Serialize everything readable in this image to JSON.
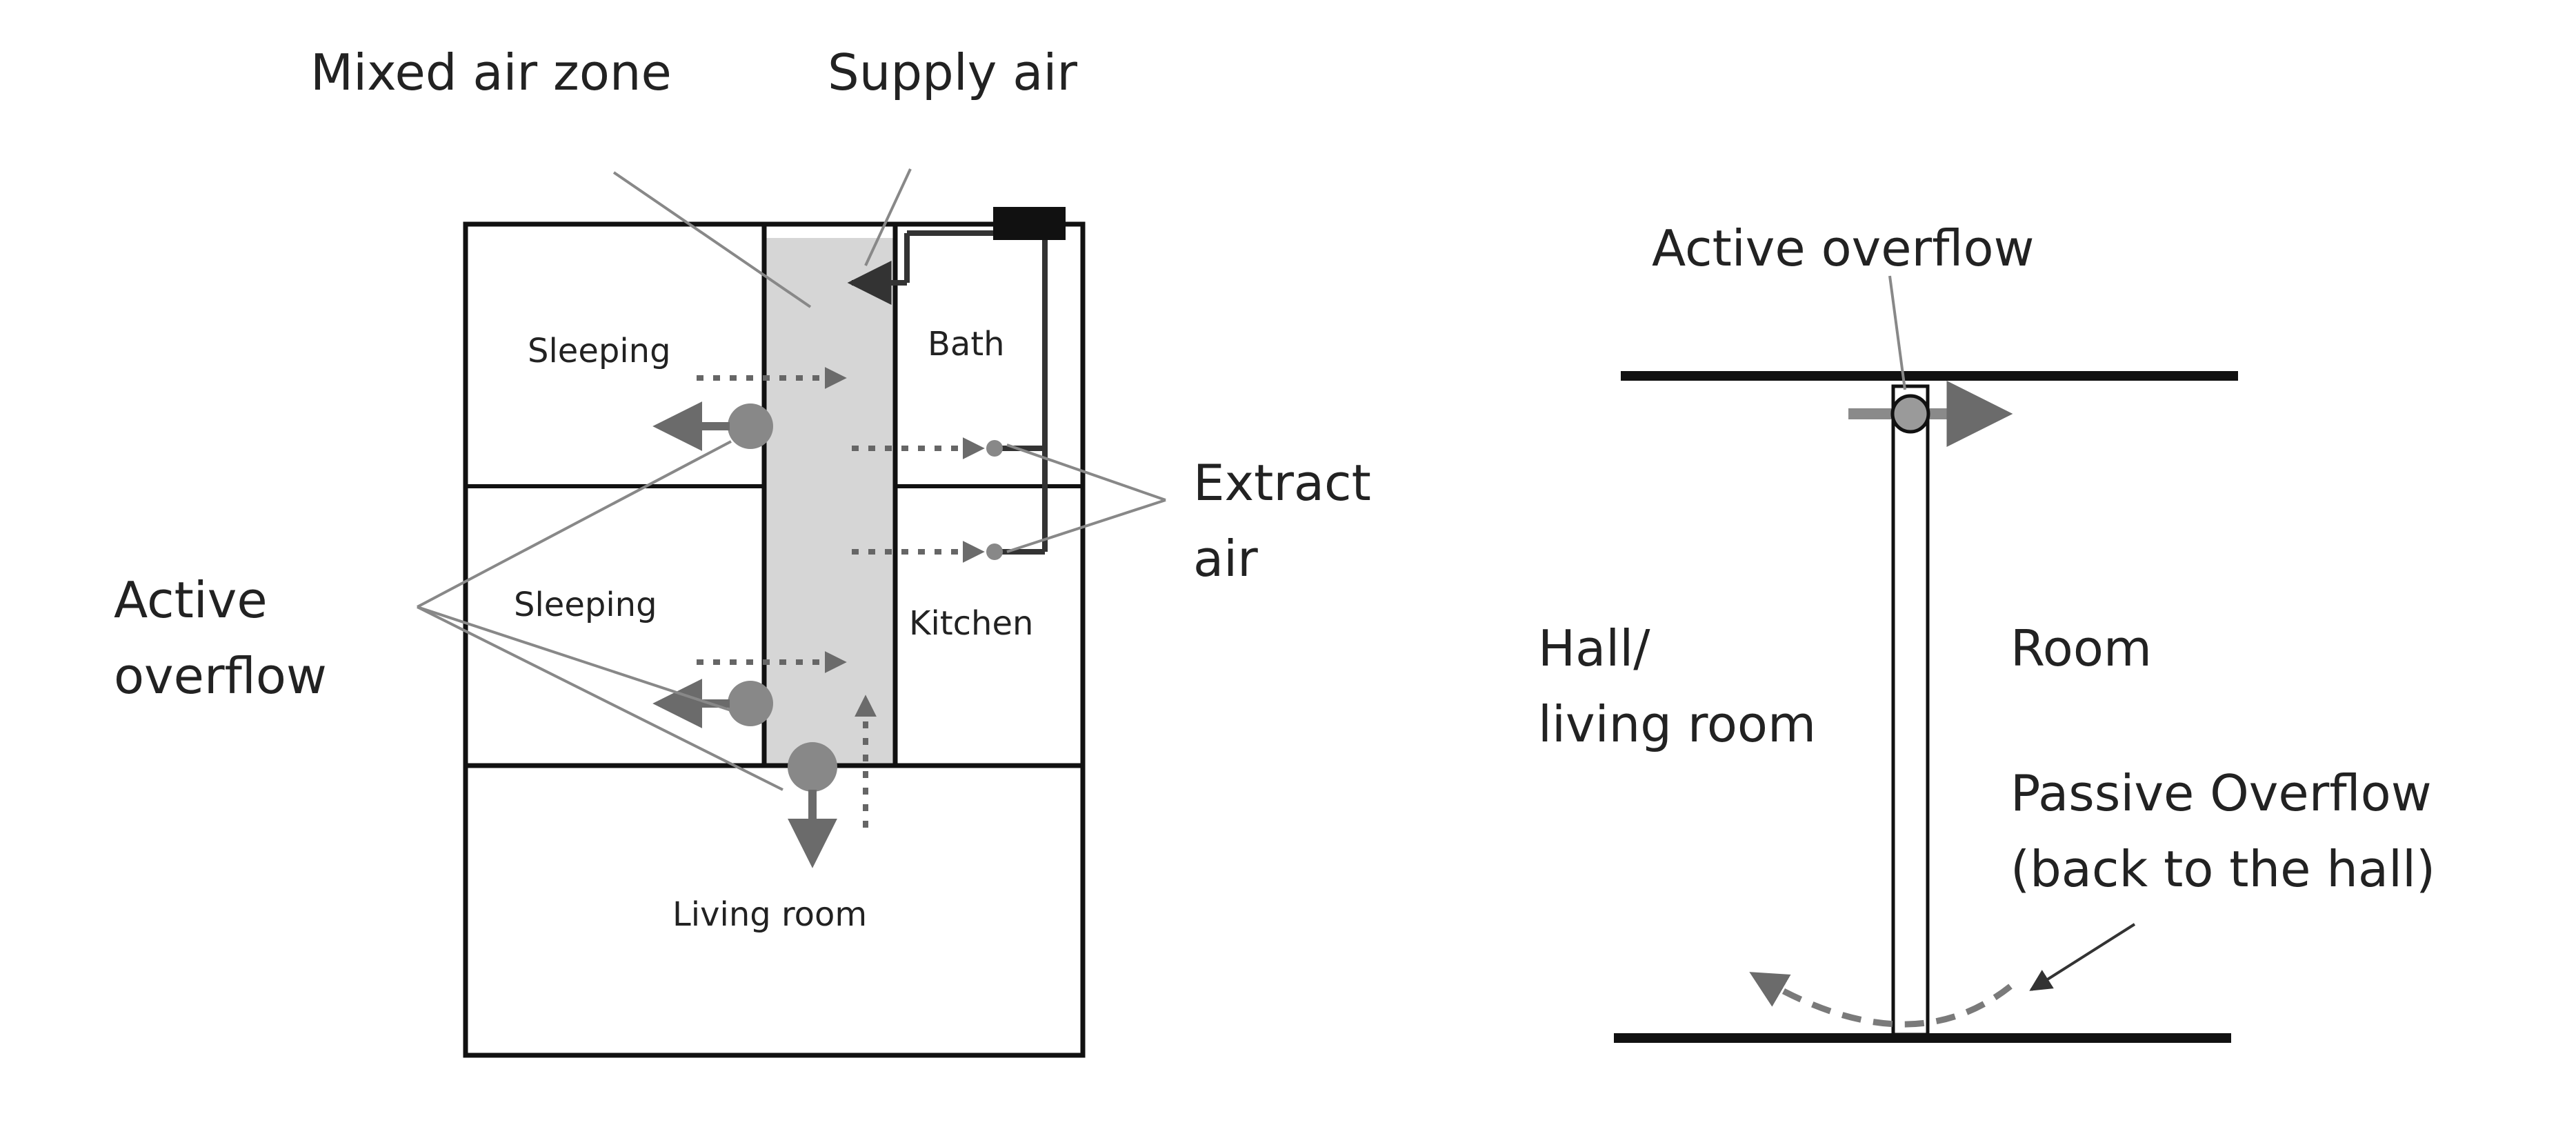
{
  "colors": {
    "line": "#111111",
    "arrow": "#6b6b6b",
    "zone": "#d6d6d6",
    "dot": "#888888",
    "text": "#222222"
  },
  "left_diagram": {
    "rooms": {
      "sleeping_top": "Sleeping",
      "sleeping_bottom": "Sleeping",
      "bath": "Bath",
      "kitchen": "Kitchen",
      "living_room": "Living room"
    },
    "callouts": {
      "mixed_air_zone": "Mixed air zone",
      "supply_air": "Supply air",
      "extract_air_line1": "Extract",
      "extract_air_line2": "air",
      "active_overflow_line1": "Active",
      "active_overflow_line2": "overflow"
    }
  },
  "right_diagram": {
    "active_overflow": "Active overflow",
    "hall_line1": "Hall/",
    "hall_line2": "living room",
    "room": "Room",
    "passive_line1": "Passive Overflow",
    "passive_line2": "(back to the hall)"
  }
}
